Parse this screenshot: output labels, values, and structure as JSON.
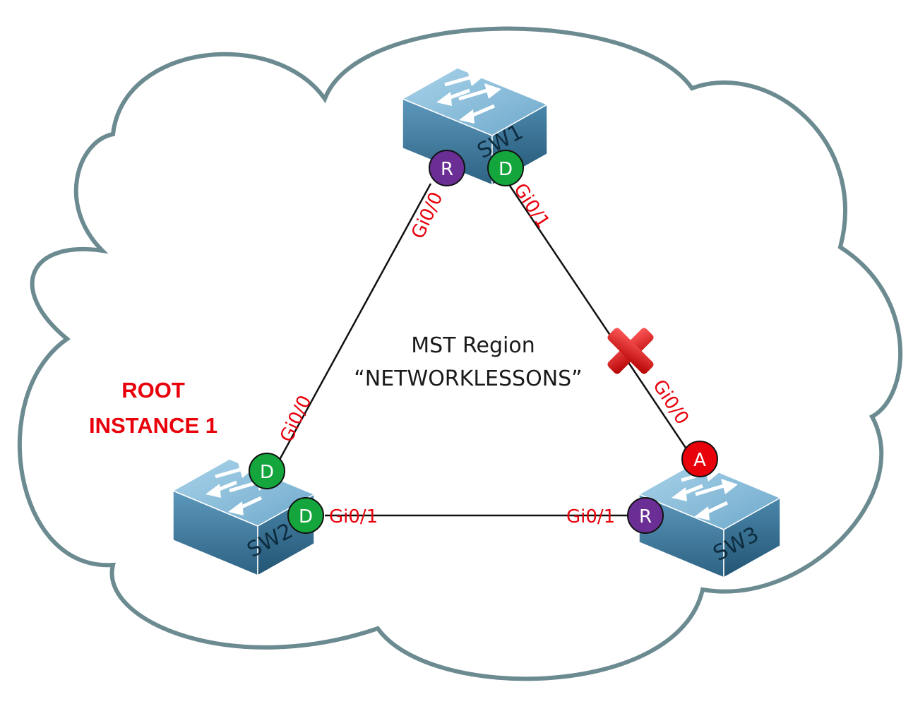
{
  "region": {
    "line1": "MST Region",
    "line2": "“NETWORKLESSONS”"
  },
  "root": {
    "line1": "ROOT",
    "line2": "INSTANCE 1"
  },
  "switches": {
    "sw1": "SW1",
    "sw2": "SW2",
    "sw3": "SW3"
  },
  "interfaces": {
    "sw1_gi00": "Gi0/0",
    "sw1_gi01": "Gi0/1",
    "sw2_gi00": "Gi0/0",
    "sw2_gi01": "Gi0/1",
    "sw3_gi00": "Gi0/0",
    "sw3_gi01": "Gi0/1"
  },
  "ports": {
    "sw1_gi00": "R",
    "sw1_gi01": "D",
    "sw2_gi00": "D",
    "sw2_gi01": "D",
    "sw3_gi00": "A",
    "sw3_gi01": "R"
  },
  "colors": {
    "cloud_stroke": "#6c8b91",
    "label_red": "#e8000b",
    "root_port": "#6a2e94",
    "designated_port": "#14a53d",
    "alternate_port": "#e8000b",
    "switch_face": "#5f9cc0"
  }
}
